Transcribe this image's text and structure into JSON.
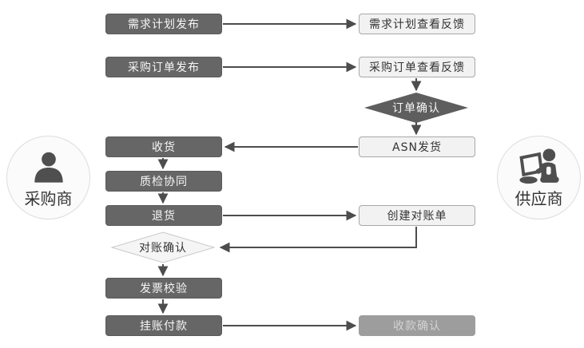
{
  "actors": {
    "buyer": {
      "label": "采购商",
      "icon": "person-icon"
    },
    "supplier": {
      "label": "供应商",
      "icon": "person-laptop-icon"
    }
  },
  "nodes": {
    "demand_plan_publish": {
      "label": "需求计划发布"
    },
    "po_publish": {
      "label": "采购订单发布"
    },
    "receive_goods": {
      "label": "收货"
    },
    "quality_inspection": {
      "label": "质检协同"
    },
    "return_goods": {
      "label": "退货"
    },
    "reconciliation_confirm": {
      "label": "对账确认"
    },
    "invoice_verification": {
      "label": "发票校验"
    },
    "account_payment": {
      "label": "挂账付款"
    },
    "demand_plan_feedback": {
      "label": "需求计划查看反馈"
    },
    "po_feedback": {
      "label": "采购订单查看反馈"
    },
    "order_confirm": {
      "label": "订单确认"
    },
    "asn_shipment": {
      "label": "ASN发货"
    },
    "create_statement": {
      "label": "创建对账单"
    },
    "payment_confirmation": {
      "label": "收款确认"
    }
  },
  "colors": {
    "dark_box": "#666666",
    "dark_box_border": "#5a5a5a",
    "light_box": "#f2f2f2",
    "light_box_border": "#a8a8a8",
    "gray_box": "#9d9d9d",
    "gray_box_text": "#d3d3d3",
    "dark_diamond": "#5e5e5e",
    "light_diamond": "#f5f5f5",
    "light_diamond_border": "#c9c9c9",
    "arrow": "#4d4d4d",
    "text_dark": "#333333",
    "text_light": "#f7f7f7",
    "circle_fill": "#fbfbfb",
    "circle_border": "#dddddd",
    "icon_fill": "#4f4f4f"
  }
}
